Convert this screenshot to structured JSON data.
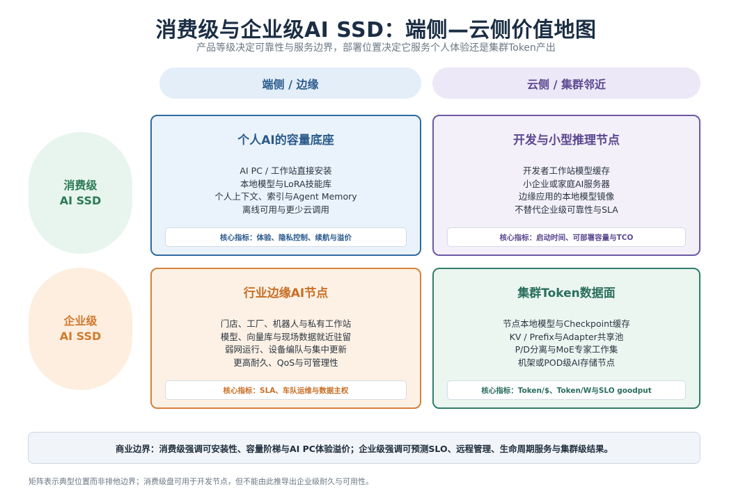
{
  "title": "消费级与企业级AI SSD：端侧—云侧价值地图",
  "subtitle": "产品等级决定可靠性与服务边界，部署位置决定它服务个人体验还是集群Token产出",
  "columns": {
    "edge": "端侧 / 边缘",
    "cloud": "云侧 / 集群邻近"
  },
  "rows": {
    "consumer": [
      "消费级",
      "AI SSD"
    ],
    "enterprise": [
      "企业级",
      "AI SSD"
    ]
  },
  "cards": {
    "consumer_edge": {
      "title": "个人AI的容量底座",
      "lines": [
        "AI PC / 工作站直接安装",
        "本地模型与LoRA技能库",
        "个人上下文、索引与Agent Memory",
        "离线可用与更少云调用"
      ],
      "metric": "核心指标：体验、隐私控制、续航与溢价"
    },
    "consumer_cloud": {
      "title": "开发与小型推理节点",
      "lines": [
        "开发者工作站模型缓存",
        "小企业或家庭AI服务器",
        "边缘应用的本地模型镜像",
        "不替代企业级可靠性与SLA"
      ],
      "metric": "核心指标：启动时间、可部署容量与TCO"
    },
    "enterprise_edge": {
      "title": "行业边缘AI节点",
      "lines": [
        "门店、工厂、机器人与私有工作站",
        "模型、向量库与现场数据就近驻留",
        "弱网运行、设备编队与集中更新",
        "更高耐久、QoS与可管理性"
      ],
      "metric": "核心指标：SLA、车队运维与数据主权"
    },
    "enterprise_cloud": {
      "title": "集群Token数据面",
      "lines": [
        "节点本地模型与Checkpoint缓存",
        "KV / Prefix与Adapter共享池",
        "P/D分离与MoE专家工作集",
        "机架或POD级AI存储节点"
      ],
      "metric": "核心指标：Token/$、Token/W与SLO goodput"
    }
  },
  "boundary": "商业边界：消费级强调可安装性、容量阶梯与AI PC体验溢价；企业级强调可预测SLO、远程管理、生命周期服务与集群级结果。",
  "footnote": "矩阵表示典型位置而非排他边界；消费级盘可用于开发节点，但不能由此推导出企业级耐久与可用性。"
}
